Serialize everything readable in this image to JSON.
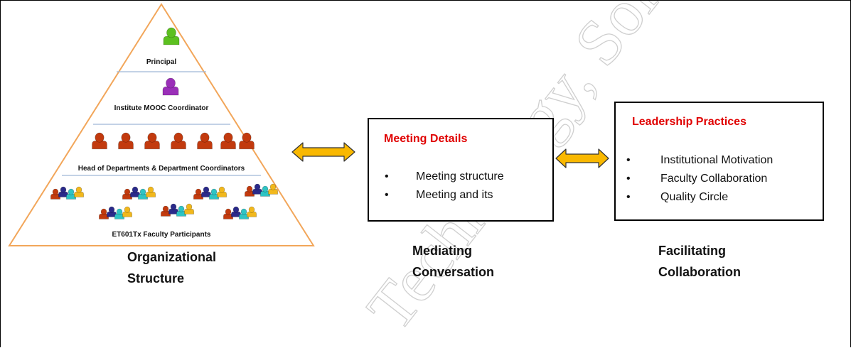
{
  "pyramid": {
    "tiers": [
      {
        "label": "Principal",
        "person_color": "green"
      },
      {
        "label": "Institute MOOC Coordinator",
        "person_color": "purple"
      },
      {
        "label": "Head of Departments & Department Coordinators",
        "person_color": "red"
      },
      {
        "label": "ET601Tx Faculty Participants",
        "person_color": "mixed"
      }
    ],
    "caption_line1": "Organizational",
    "caption_line2": "Structure"
  },
  "meeting": {
    "title": "Meeting Details",
    "items": [
      "Meeting structure",
      "Meeting and its"
    ],
    "caption_line1": "Mediating",
    "caption_line2": "Conversation"
  },
  "leadership": {
    "title": "Leadership Practices",
    "items": [
      "Institutional Motivation",
      "Faculty Collaboration",
      "Quality Circle"
    ],
    "caption_line1": "Facilitating",
    "caption_line2": "Collaboration"
  },
  "watermark": {
    "text": "Technology, Solapur"
  },
  "colors": {
    "pyramid_outline": "#f2a65a",
    "tier_divider": "#9fb6d6",
    "arrow_fill": "#f9b800",
    "arrow_stroke": "#333333",
    "title_red": "#e00000",
    "person_green": "#5cc020",
    "person_purple": "#9a2fb8",
    "person_red": "#c23a0e",
    "person_navy": "#2a2a8a",
    "person_cyan": "#2ec4c4",
    "person_yellow": "#f2b81c"
  }
}
